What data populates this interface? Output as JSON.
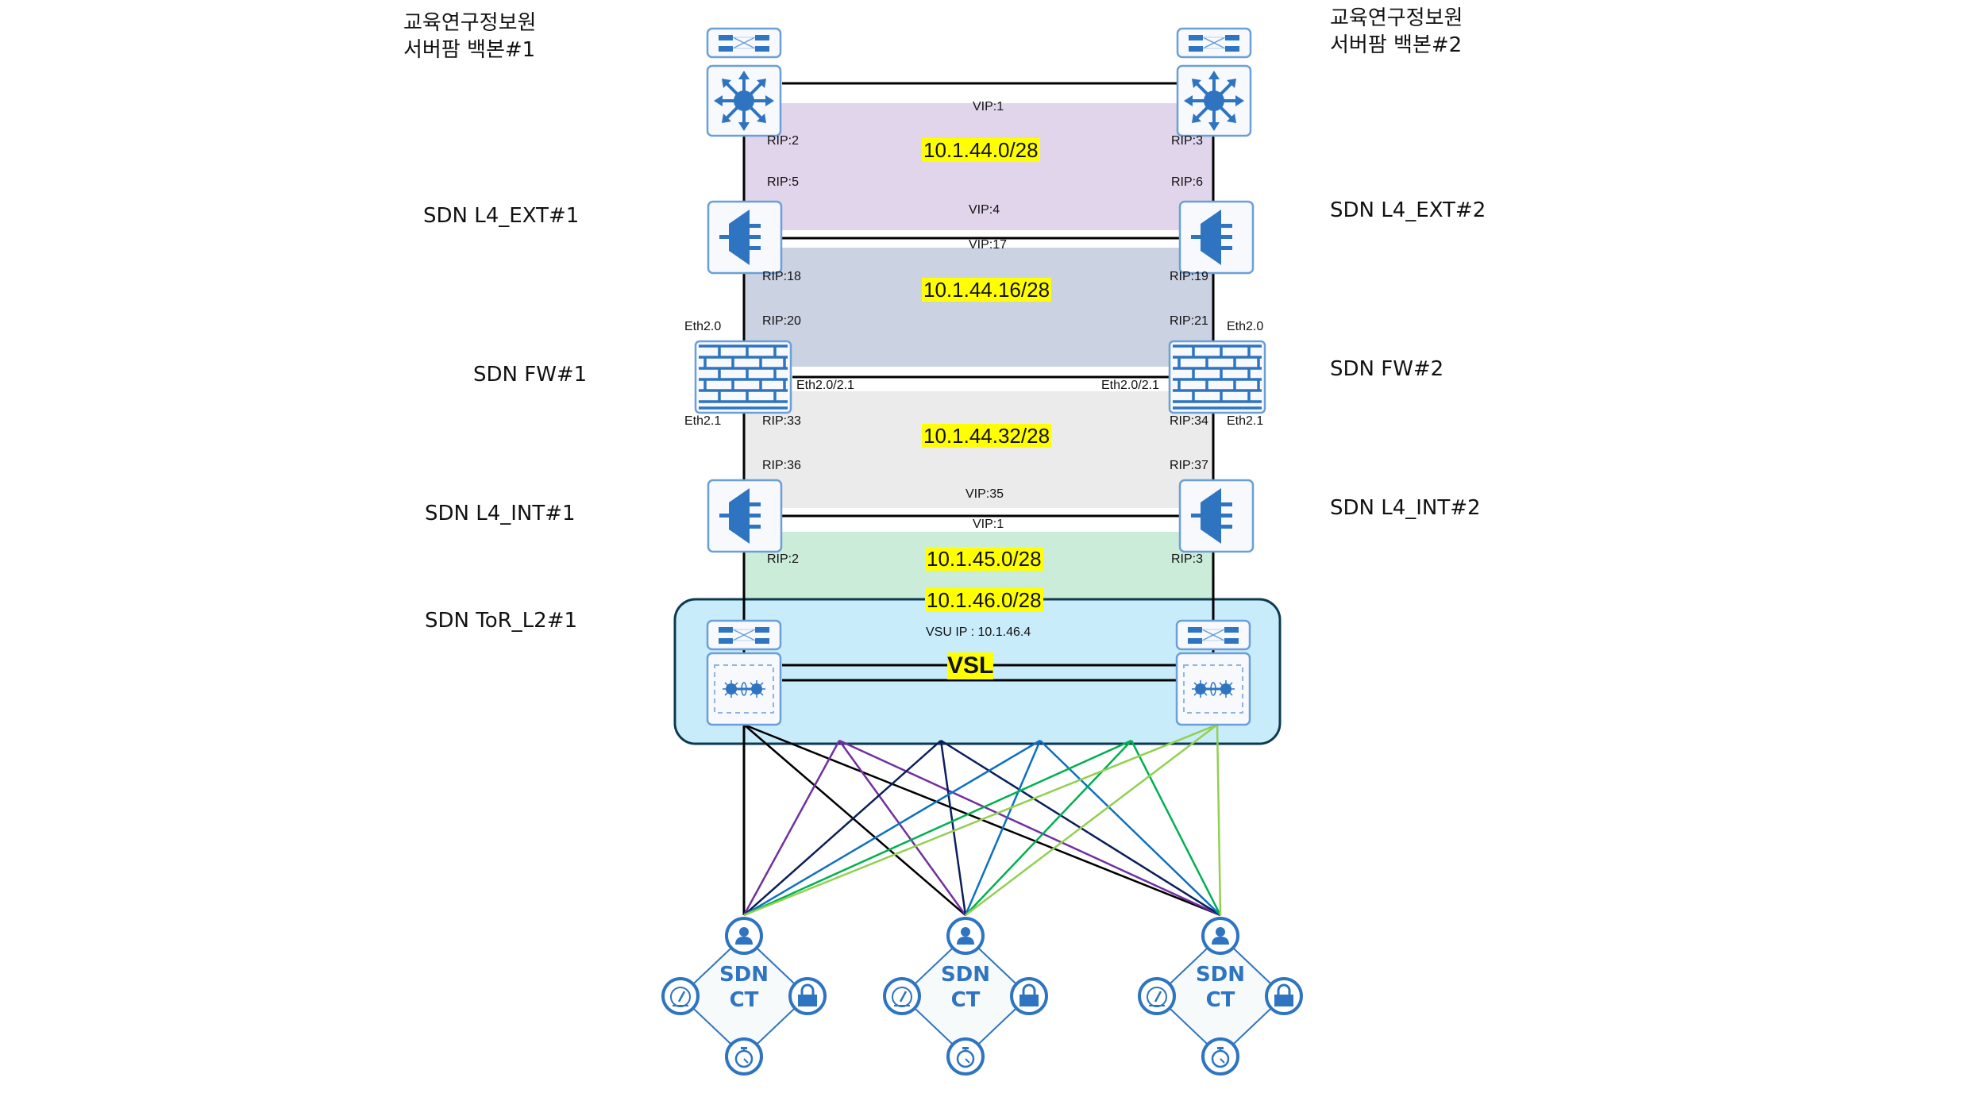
{
  "colors": {
    "icon_blue": "#2e74c0",
    "icon_border": "#6a9fd8",
    "icon_bg": "#f7f9fc",
    "band_backbone": "#e1d5ec",
    "band_l4ext": "#cbd3e3",
    "band_fw": "#ebebeb",
    "band_l4int": "#ccecda",
    "tor_fill": "#c9ecfb",
    "tor_border": "#0e3a50",
    "highlight": "#ffff00",
    "link_black": "#000000",
    "link_purple": "#7030a0",
    "link_navy": "#0b1f5b",
    "link_blue": "#0e70c0",
    "link_green": "#00b050",
    "link_lightgreen": "#92d050"
  },
  "nodes": {
    "backbone1": {
      "line1": "교육연구정보원",
      "line2": "서버팜 백본#1",
      "icon": "l3-switch-icon"
    },
    "backbone2": {
      "line1": "교육연구정보원",
      "line2": "서버팜 백본#2",
      "icon": "l3-switch-icon"
    },
    "l4ext1": {
      "label": "SDN L4_EXT#1",
      "icon": "load-balancer-icon"
    },
    "l4ext2": {
      "label": "SDN L4_EXT#2",
      "icon": "load-balancer-icon"
    },
    "fw1": {
      "label": "SDN FW#1",
      "icon": "firewall-icon"
    },
    "fw2": {
      "label": "SDN FW#2",
      "icon": "firewall-icon"
    },
    "l4int1": {
      "label": "SDN L4_INT#1",
      "icon": "load-balancer-icon"
    },
    "l4int2": {
      "label": "SDN L4_INT#2",
      "icon": "load-balancer-icon"
    },
    "tor1": {
      "label": "SDN ToR_L2#1",
      "icon": "vsu-switch-icon"
    }
  },
  "segments": [
    {
      "subnet": "10.1.44.0/28",
      "vip_top": "VIP:1",
      "rip_tl": "RIP:2",
      "rip_tr": "RIP:3",
      "rip_bl": "RIP:5",
      "rip_br": "RIP:6",
      "vip_bottom": "VIP:4"
    },
    {
      "subnet": "10.1.44.16/28",
      "vip_top": "VIP:17",
      "rip_tl": "RIP:18",
      "rip_tr": "RIP:19",
      "rip_bl": "RIP:20",
      "rip_br": "RIP:21"
    },
    {
      "subnet": "10.1.44.32/28",
      "rip_tl": "RIP:33",
      "rip_tr": "RIP:34",
      "rip_bl": "RIP:36",
      "rip_br": "RIP:37",
      "vip_bottom": "VIP:35"
    },
    {
      "subnet": "10.1.45.0/28",
      "vip_top": "VIP:1",
      "rip_tl": "RIP:2",
      "rip_tr": "RIP:3"
    }
  ],
  "fw_ports": {
    "left_top": "Eth2.0",
    "left_bottom": "Eth2.1",
    "left_ha": "Eth2.0/2.1",
    "right_top": "Eth2.0",
    "right_bottom": "Eth2.1",
    "right_ha": "Eth2.0/2.1"
  },
  "tor": {
    "subnet": "10.1.46.0/28",
    "vsu_ip": "VSU IP : 10.1.46.4",
    "vsl": "VSL"
  },
  "ct_nodes": [
    {
      "line1": "SDN",
      "line2": "CT"
    },
    {
      "line1": "SDN",
      "line2": "CT"
    },
    {
      "line1": "SDN",
      "line2": "CT"
    }
  ],
  "ct_icons": [
    "user-icon",
    "gauge-icon",
    "lock-icon",
    "stopwatch-icon"
  ]
}
